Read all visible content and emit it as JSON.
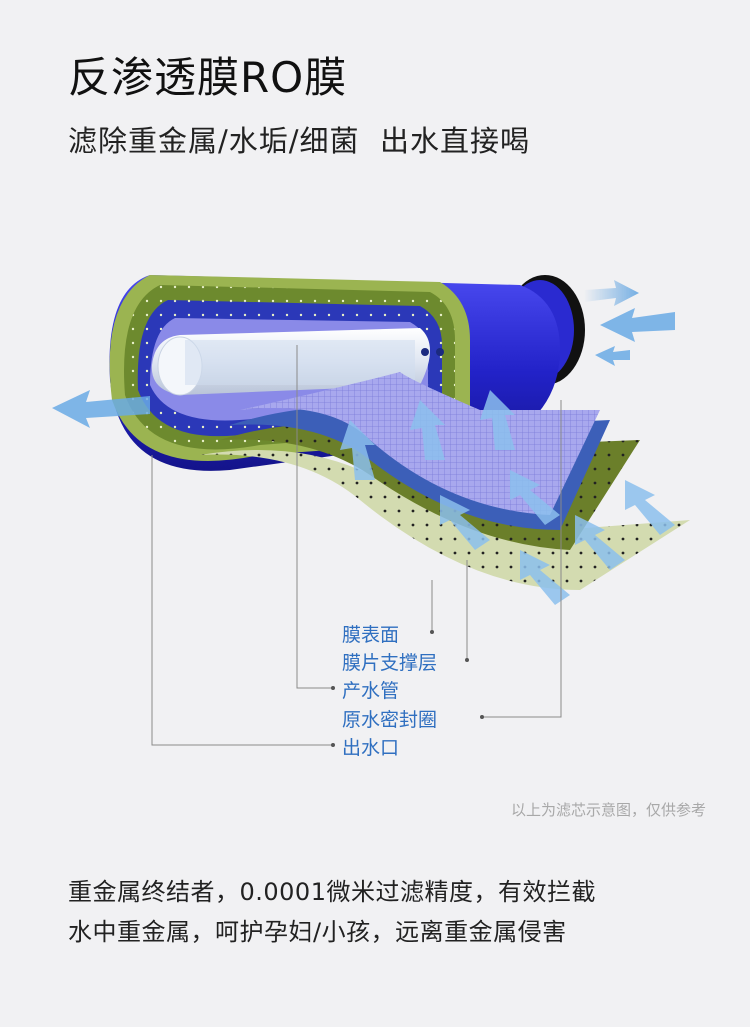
{
  "header": {
    "title": "反渗透膜RO膜",
    "subtitle": "滤除重金属/水垢/细菌  出水直接喝"
  },
  "diagram": {
    "labels": [
      {
        "text": "膜表面",
        "name": "membrane-surface"
      },
      {
        "text": "膜片支撑层",
        "name": "membrane-support-layer"
      },
      {
        "text": "产水管",
        "name": "product-water-tube"
      },
      {
        "text": "原水密封圈",
        "name": "raw-water-seal-ring"
      },
      {
        "text": "出水口",
        "name": "water-outlet"
      }
    ],
    "colors": {
      "label": "#2f6fc0",
      "leader": "#8a8a8a",
      "shell": "#2a2ad0",
      "green": "#8aa34a",
      "arrow": "#7fb6e6"
    }
  },
  "note": "以上为滤芯示意图，仅供参考",
  "description": {
    "line1": "重金属终结者，0.0001微米过滤精度，有效拦截",
    "line2": "水中重金属，呵护孕妇/小孩，远离重金属侵害"
  }
}
